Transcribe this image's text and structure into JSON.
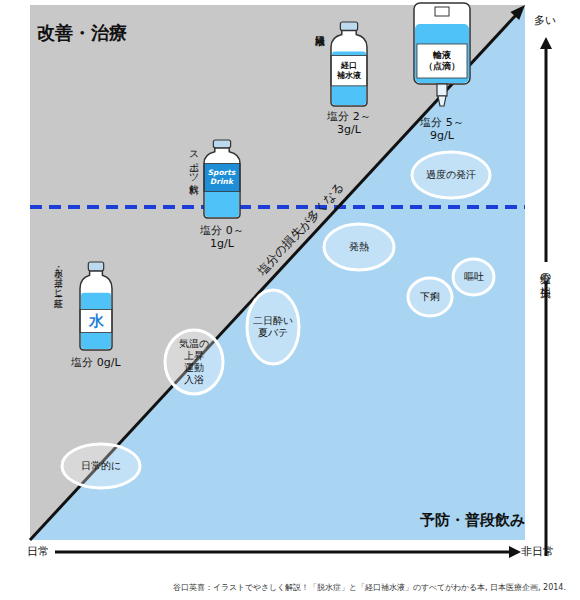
{
  "diagram": {
    "caption": "谷口英喜：イラストでやさしく解説！「脱水症」と「経口補水液」のすべてがわかる本, 日本医療企画, 2014.",
    "nodes": [
      {
        "text": [
          "水",
          "水・お茶・コーヒー・紅茶",
          "塩分 0g/L"
        ]
      },
      {
        "text": [
          "Sports Drink",
          "スポーツ飲料",
          "塩分 0～1g/L"
        ]
      },
      {
        "text": [
          "経口 補水液",
          "経口補水液",
          "塩分 2～3g/L"
        ]
      },
      {
        "text": [
          "輸液 （点滴）",
          "塩分 5～9g/L"
        ]
      },
      {
        "text": [
          "日常的に"
        ]
      },
      {
        "text": [
          "気温の 上昇 運動 入浴"
        ]
      },
      {
        "text": [
          "二日酔い 夏バテ"
        ]
      },
      {
        "text": [
          "発熱"
        ]
      },
      {
        "text": [
          "下痢"
        ]
      },
      {
        "text": [
          "嘔吐"
        ]
      },
      {
        "text": [
          "過度の発汗"
        ]
      }
    ],
    "labels": [
      "改善・治療",
      "予防・普段飲み",
      "塩分の損失が多くなる",
      "多い",
      "塩分の損失",
      "日常",
      "非日常"
    ]
  }
}
